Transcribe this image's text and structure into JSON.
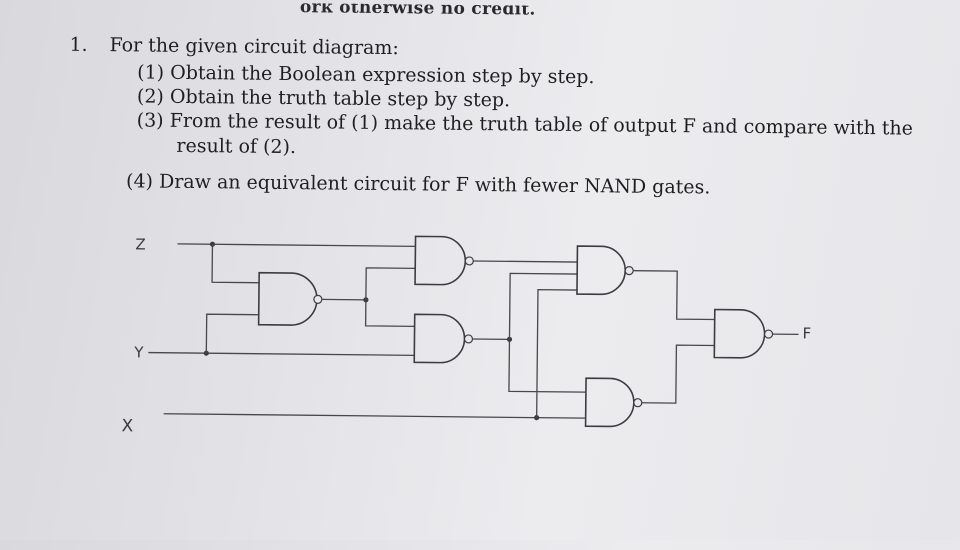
{
  "header": {
    "text": "ork otherwise no credit."
  },
  "question": {
    "number": "1.",
    "title": "For the given circuit diagram:",
    "steps": [
      {
        "text": "(1) Obtain the Boolean expression step by step."
      },
      {
        "text": "(2) Obtain the truth table step by step."
      },
      {
        "text": "(3) From the result of (1) make the truth table of output F and compare with the"
      },
      {
        "text": "result of (2)."
      },
      {
        "text": "(4) Draw an equivalent circuit for F with fewer NAND gates."
      }
    ]
  },
  "circuit": {
    "inputs": [
      {
        "label": "Z"
      },
      {
        "label": "Y"
      },
      {
        "label": "X"
      }
    ],
    "output": {
      "label": "F"
    },
    "gate_type": "NAND",
    "gate_count": 6
  }
}
